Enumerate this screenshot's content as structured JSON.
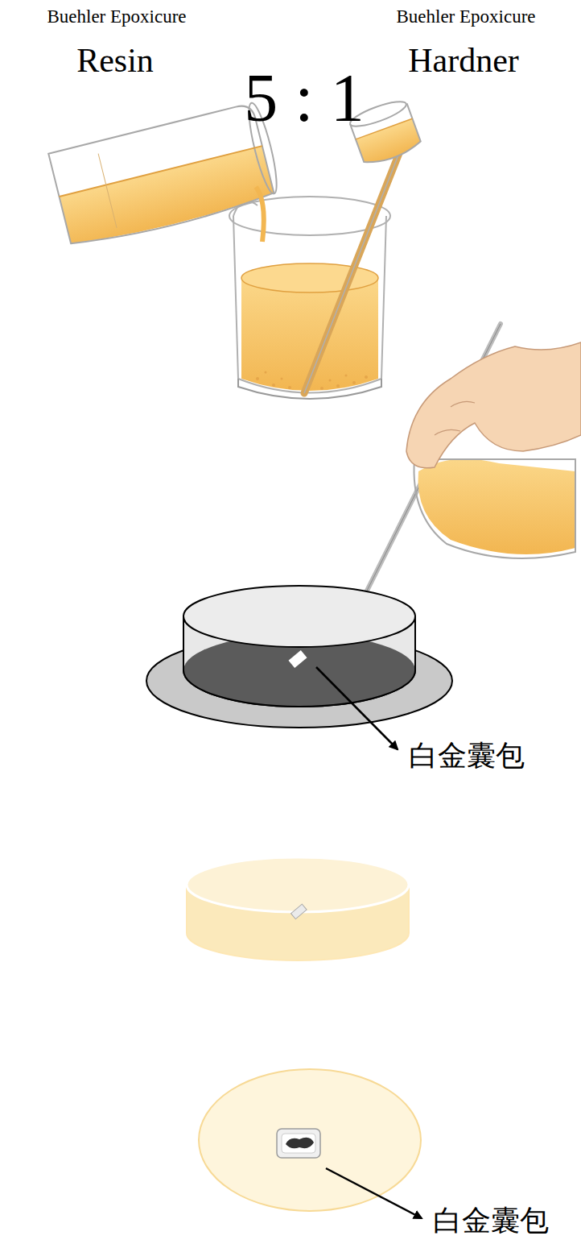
{
  "diagram": {
    "labels": [
      "Buehler Epoxicure",
      "Resin",
      "Buehler Epoxicure",
      "Hardner",
      "5 : 1",
      "白金囊包",
      "白金囊包"
    ]
  }
}
